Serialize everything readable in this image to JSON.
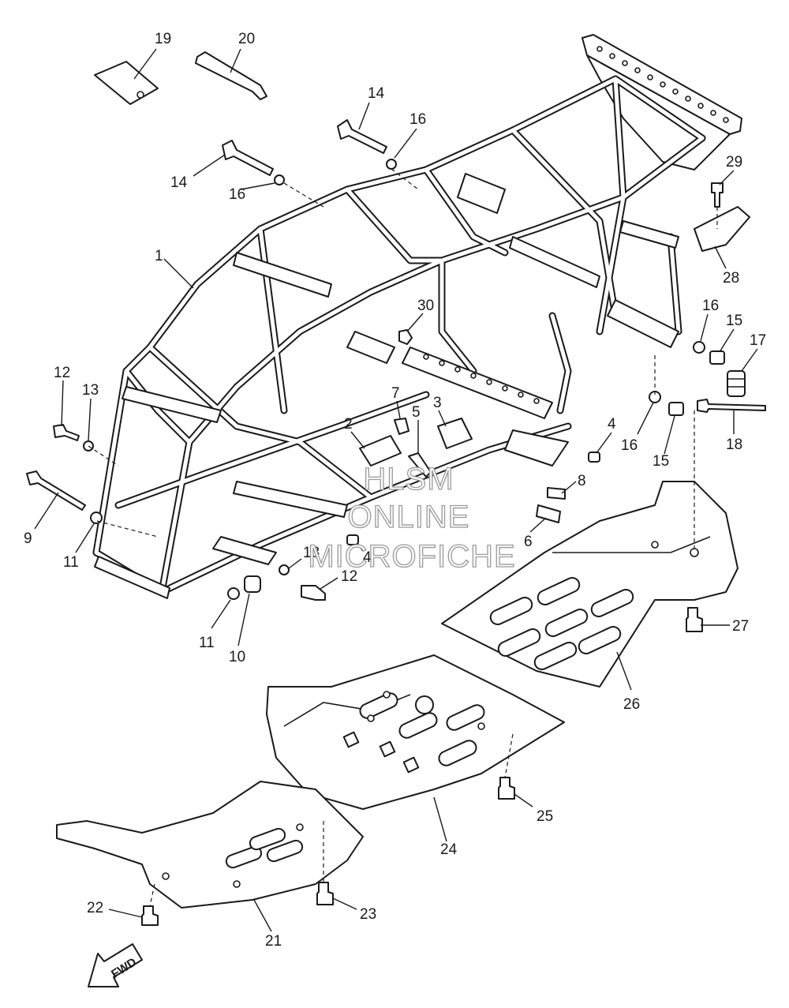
{
  "diagram": {
    "watermark": [
      "HLSM",
      "ONLINE",
      "MICROFICHE"
    ],
    "direction_label": "FWD",
    "callouts": [
      "19",
      "20",
      "14",
      "16",
      "14",
      "16",
      "1",
      "29",
      "28",
      "30",
      "16",
      "15",
      "17",
      "12",
      "13",
      "7",
      "3",
      "2",
      "5",
      "4",
      "16",
      "15",
      "18",
      "9",
      "11",
      "8",
      "6",
      "4",
      "13",
      "12",
      "11",
      "10",
      "27",
      "26",
      "25",
      "24",
      "22",
      "23",
      "21"
    ]
  }
}
